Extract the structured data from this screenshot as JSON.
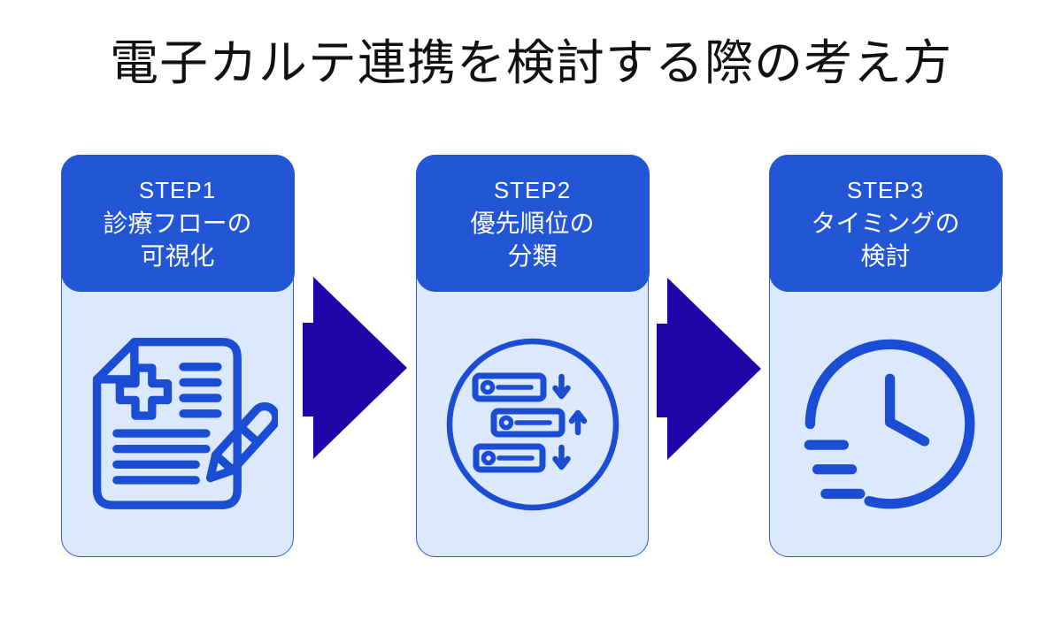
{
  "title": "電子カルテ連携を検討する際の考え方",
  "steps": [
    {
      "label": "STEP1",
      "line1": "診療フローの",
      "line2": "可視化",
      "icon": "medical-record-pencil"
    },
    {
      "label": "STEP2",
      "line1": "優先順位の",
      "line2": "分類",
      "icon": "priority-sort"
    },
    {
      "label": "STEP3",
      "line1": "タイミングの",
      "line2": "検討",
      "icon": "clock-timing"
    }
  ],
  "colors": {
    "background": "#FFFFFF",
    "title_text": "#111111",
    "step_header_bg": "#2356D5",
    "step_header_text": "#FFFFFF",
    "card_body_bg": "#DCE8FB",
    "card_border": "#2E5CD6",
    "icon_stroke": "#1A4CD4",
    "arrow": "#1F05A8"
  }
}
